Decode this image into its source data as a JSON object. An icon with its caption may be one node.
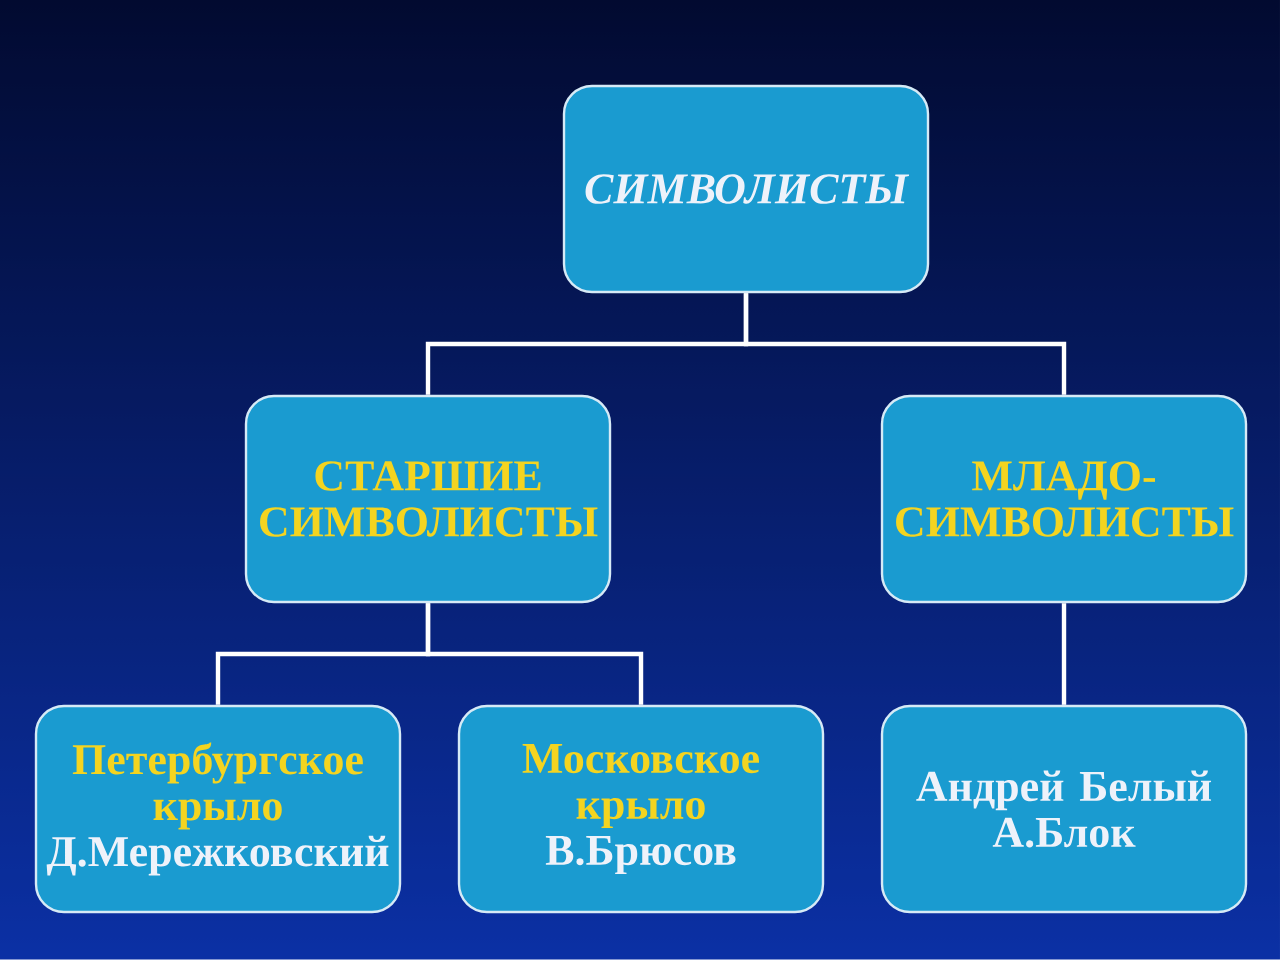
{
  "diagram": {
    "nodes": [
      {
        "text": [
          "СИМВОЛИСТЫ"
        ]
      },
      {
        "text": [
          "СТАРШИЕ СИМВОЛИСТЫ"
        ]
      },
      {
        "text": [
          "МЛАДО- СИМВОЛИСТЫ"
        ]
      },
      {
        "text": [
          "Петербургское крыло",
          "Д.Мережковский"
        ]
      },
      {
        "text": [
          "Московское крыло",
          "В.Брюсов"
        ]
      },
      {
        "text": [
          "Андрей Белый",
          "А.Блок"
        ]
      }
    ],
    "edges": [
      {
        "from": 0,
        "to": 1,
        "arrow": "none"
      },
      {
        "from": 0,
        "to": 2,
        "arrow": "none"
      },
      {
        "from": 1,
        "to": 3,
        "arrow": "none"
      },
      {
        "from": 1,
        "to": 4,
        "arrow": "none"
      },
      {
        "from": 2,
        "to": 5,
        "arrow": "none"
      }
    ]
  }
}
